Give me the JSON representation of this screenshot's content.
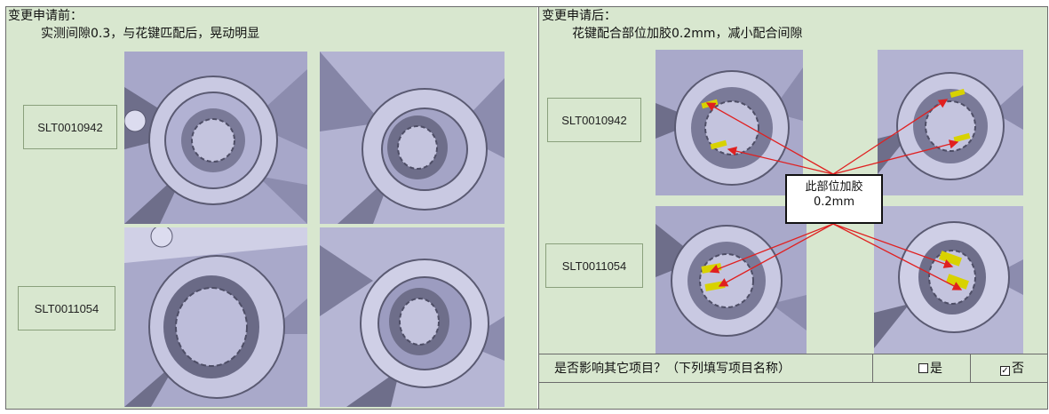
{
  "before": {
    "title": "变更申请前：",
    "desc": "实测间隙0.3，与花键匹配后，晃动明显",
    "part_a": "SLT0010942",
    "part_b": "SLT0011054"
  },
  "after": {
    "title": "变更申请后：",
    "desc": "花键配合部位加胶0.2mm，减小配合间隙",
    "part_a": "SLT0010942",
    "part_b": "SLT0011054",
    "callout_line1": "此部位加胶",
    "callout_line2": "0.2mm"
  },
  "footer": {
    "question": "是否影响其它项目？（下列填写项目名称）",
    "option_yes": "是",
    "option_no": "否",
    "yes_checked": false,
    "no_checked": true
  },
  "colors": {
    "panel_bg": "#d8e7cf",
    "part_body": "#b9b9d6",
    "part_shadow": "#6e6e8a",
    "glue": "#d8d200",
    "arrow": "#e02020"
  }
}
